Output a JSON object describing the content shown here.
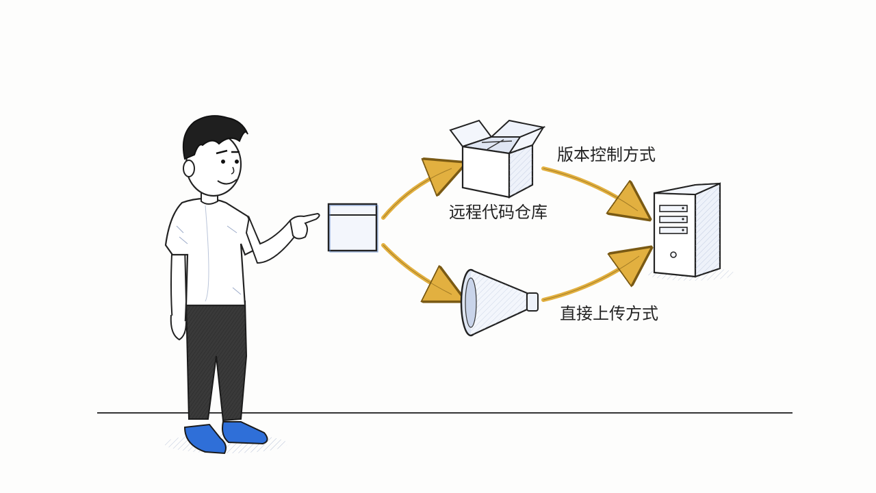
{
  "labels": {
    "remote_repo": "远程代码仓库",
    "version_control": "版本控制方式",
    "direct_upload": "直接上传方式"
  },
  "colors": {
    "arrow": "#e2b040",
    "outline": "#2a2a2a",
    "sketch_blue": "#5b84c9",
    "shoes": "#2f6fd8",
    "pants": "#3a3a3a",
    "hair": "#1f1f1f"
  },
  "icons": {
    "source": "window-icon",
    "repo": "open-box-icon",
    "upload": "funnel-icon",
    "target": "server-tower-icon",
    "person": "pointing-person-figure"
  }
}
